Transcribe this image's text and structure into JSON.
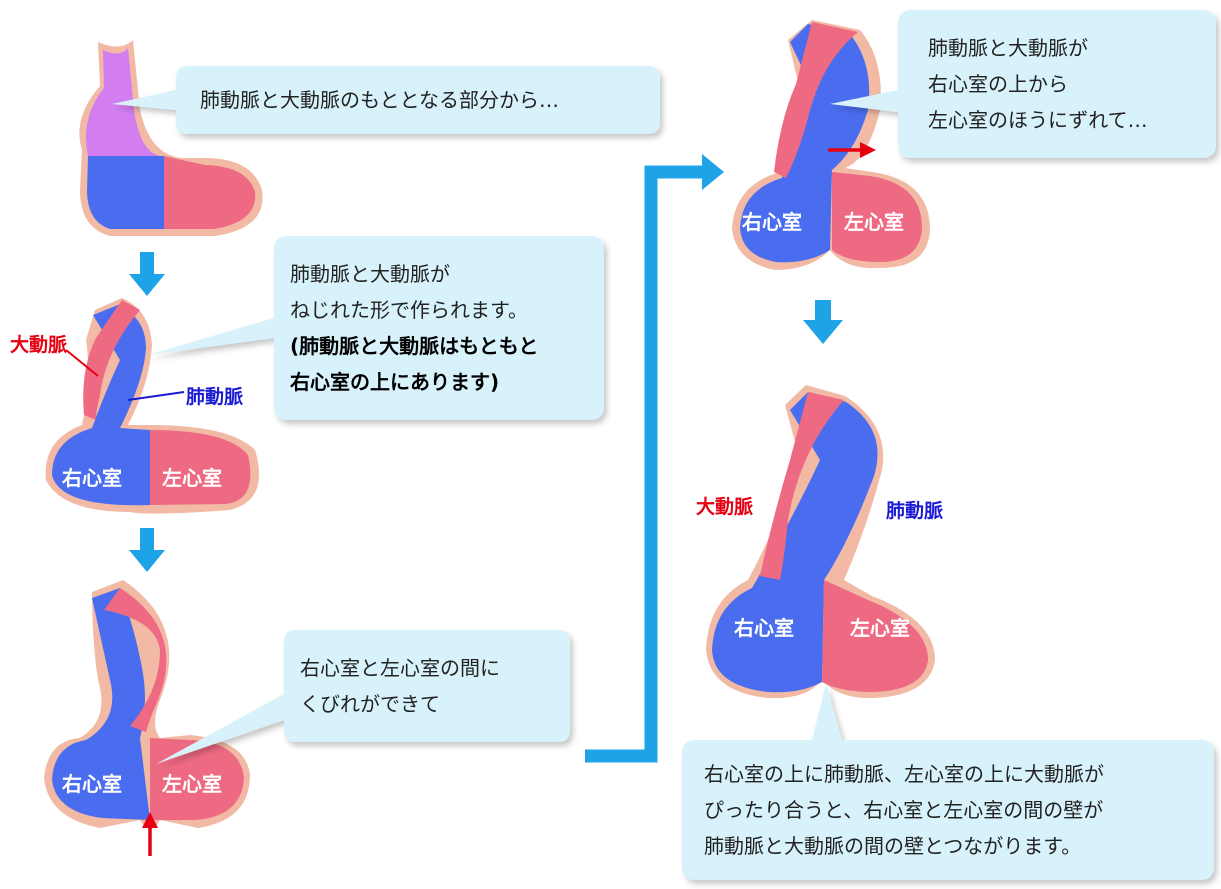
{
  "labels": {
    "right_ventricle": "右心室",
    "left_ventricle": "左心室",
    "aorta": "大動脈",
    "pulmonary_artery": "肺動脈"
  },
  "bubbles": {
    "b1": "肺動脈と大動脈のもととなる部分から…",
    "b2_line1": "肺動脈と大動脈が",
    "b2_line2": "ねじれた形で作られます。",
    "b2_line3": "(肺動脈と大動脈はもともと",
    "b2_line4": "右心室の上にあります)",
    "b3_line1": "右心室と左心室の間に",
    "b3_line2": "くびれができて",
    "b4_line1": "肺動脈と大動脈が",
    "b4_line2": "右心室の上から",
    "b4_line3": "左心室のほうにずれて…",
    "b5_line1": "右心室の上に肺動脈、左心室の上に大動脈が",
    "b5_line2": "ぴったり合うと、右心室と左心室の間の壁が",
    "b5_line3": "肺動脈と大動脈の間の壁とつながります。"
  },
  "colors": {
    "blue": "#4a6df0",
    "red": "#ee6a82",
    "purple": "#d27ef0",
    "outline": "#f2b9a5",
    "bubble": "#d8f2fb",
    "flow_arrow": "#1ea3e6",
    "label_red": "#e60012",
    "label_blue": "#1b1bd6"
  }
}
